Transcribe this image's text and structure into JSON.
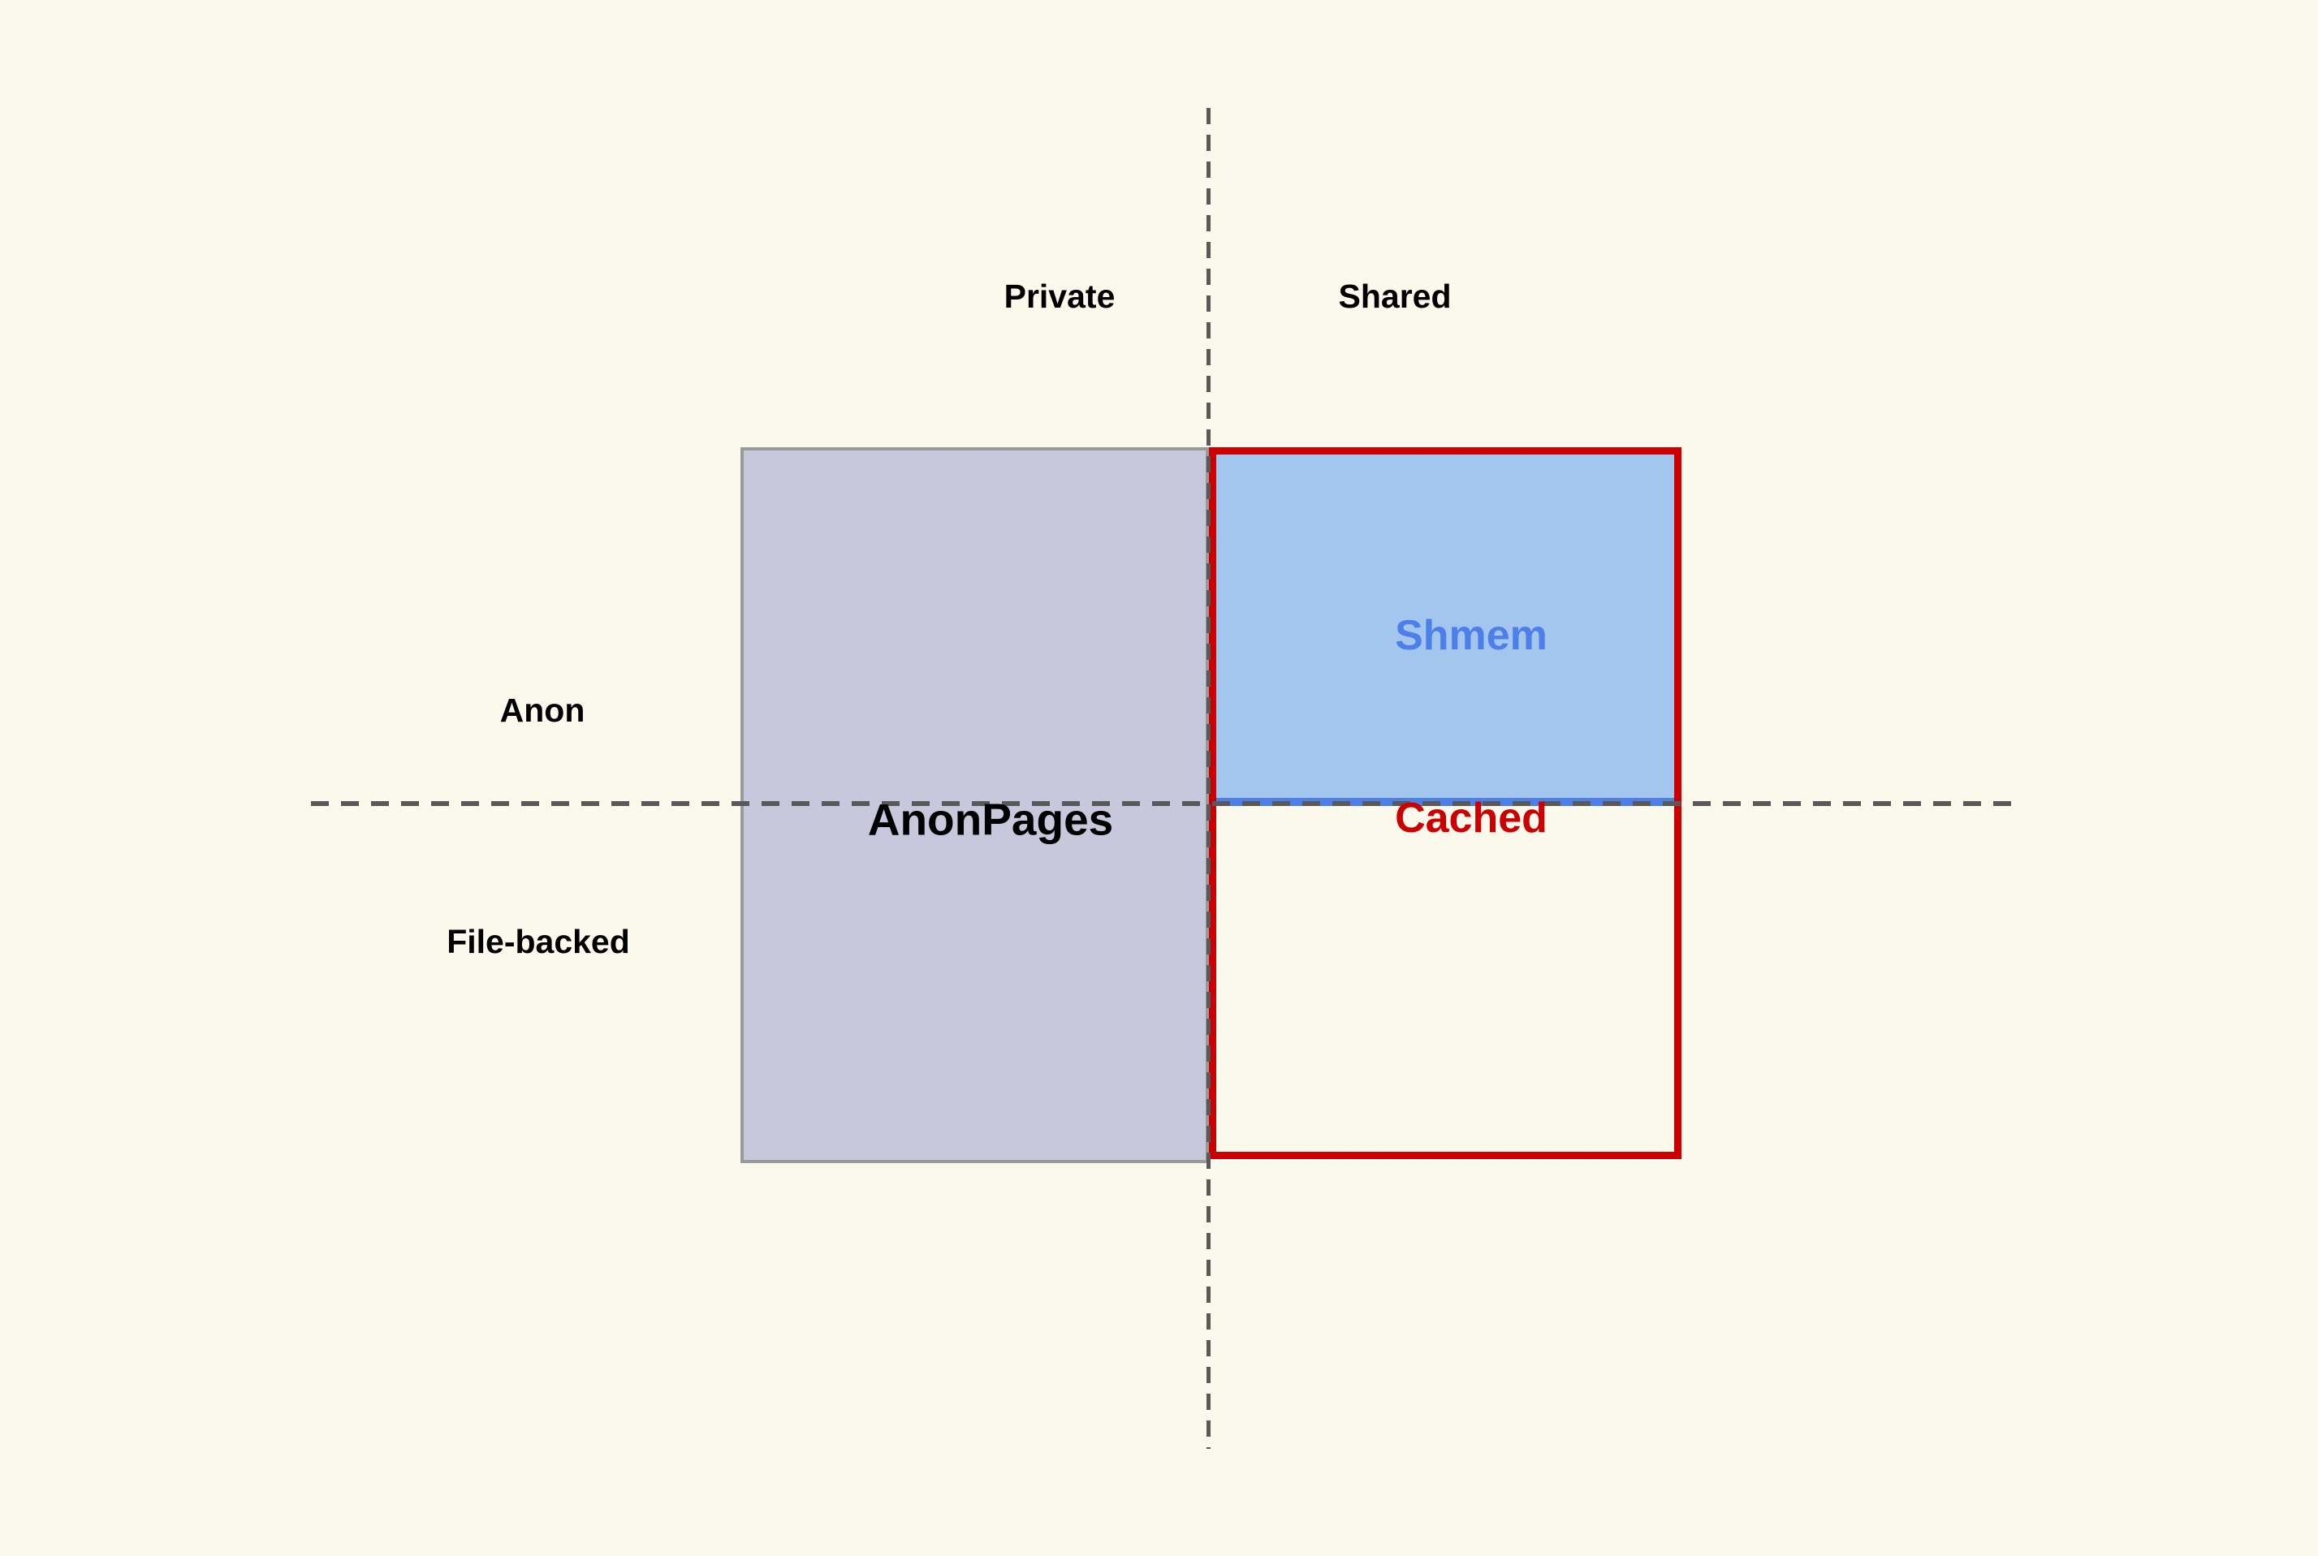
{
  "diagram": {
    "title": "Linux memory accounting quadrants",
    "background_color": "#fbf8ec",
    "axes": {
      "vertical_divider": {
        "name": "private-shared-divider",
        "style": "dashed",
        "color": "#595959"
      },
      "horizontal_divider": {
        "name": "anon-filebacked-divider",
        "style": "dashed",
        "color": "#595959"
      }
    },
    "quadrant_labels": {
      "top_left": "Private",
      "top_right": "Shared",
      "left_upper": "Anon",
      "left_lower": "File-backed"
    },
    "regions": [
      {
        "key": "anonpages",
        "label": "AnonPages",
        "fill_color": "#c7c8dc",
        "border_color": "#9a9a9a",
        "text_color": "#000000",
        "quadrants": "Private + Shared (Anon row, spans both Anon and File-backed rows)"
      },
      {
        "key": "shmem",
        "label": "Shmem",
        "fill_color": "#a3c6ef",
        "border_color": "#4d7fe8",
        "text_color": "#4d7fe8",
        "quadrants": "Shared + Anon"
      },
      {
        "key": "cached",
        "label": "Cached",
        "fill_color": "transparent",
        "border_color": "#cc0000",
        "text_color": "#cc0000",
        "quadrants": "Shared (spans Anon and File-backed rows)"
      }
    ]
  }
}
